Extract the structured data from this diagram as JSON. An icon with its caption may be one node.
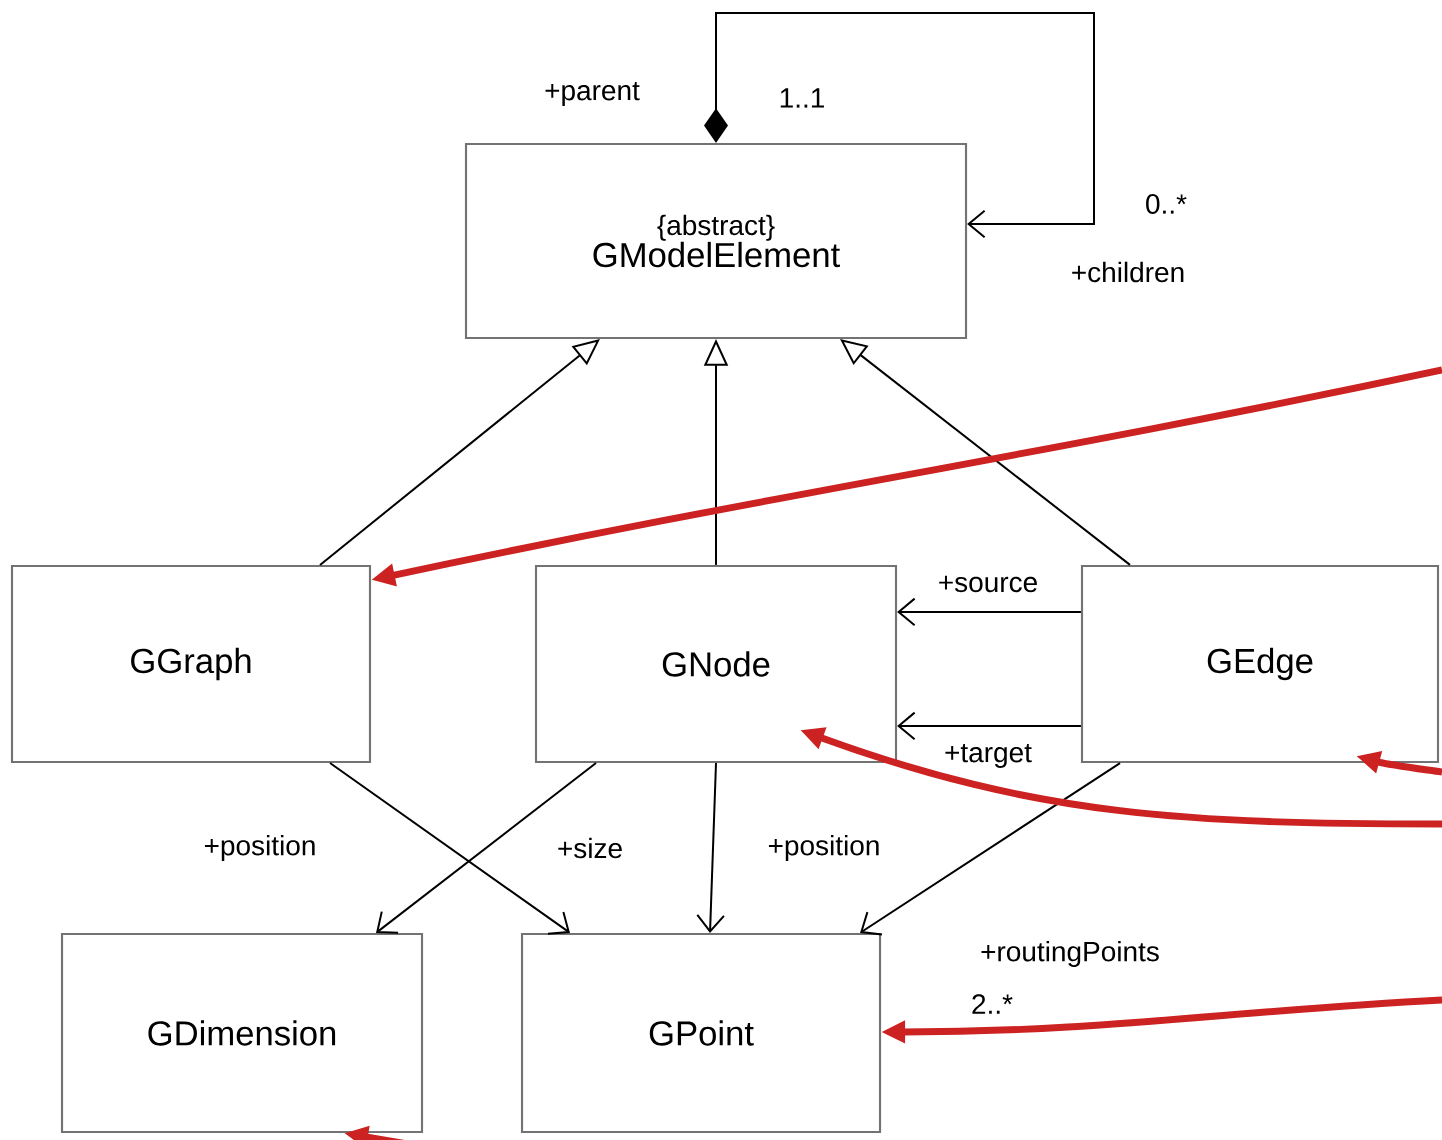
{
  "diagram": {
    "nodes": [
      {
        "text": [
          "{abstract}",
          "GModelElement"
        ]
      },
      {
        "text": [
          "GGraph"
        ]
      },
      {
        "text": [
          "GNode"
        ]
      },
      {
        "text": [
          "GEdge"
        ]
      },
      {
        "text": [
          "GDimension"
        ]
      },
      {
        "text": [
          "GPoint"
        ]
      }
    ],
    "edges": [
      {
        "from": 0,
        "to": 0,
        "arrow": "to"
      },
      {
        "from": 1,
        "to": 0,
        "arrow": "to"
      },
      {
        "from": 2,
        "to": 0,
        "arrow": "to"
      },
      {
        "from": 3,
        "to": 0,
        "arrow": "to"
      },
      {
        "from": 3,
        "to": 2,
        "arrow": "to",
        "label": "+source"
      },
      {
        "from": 3,
        "to": 2,
        "arrow": "to",
        "label": "+target"
      },
      {
        "from": 1,
        "to": 5,
        "arrow": "to",
        "label": "+position"
      },
      {
        "from": 2,
        "to": 4,
        "arrow": "to",
        "label": "+size"
      },
      {
        "from": 2,
        "to": 5,
        "arrow": "to",
        "label": "+position"
      },
      {
        "from": 3,
        "to": 5,
        "arrow": "to"
      },
      {
        "from": null,
        "to": 1,
        "arrow": "to",
        "style": "thick",
        "color": "#cc2222"
      },
      {
        "from": null,
        "to": 3,
        "arrow": "to",
        "style": "thick",
        "color": "#cc2222"
      },
      {
        "from": null,
        "to": 2,
        "arrow": "to",
        "style": "thick",
        "color": "#cc2222"
      },
      {
        "from": null,
        "to": 5,
        "arrow": "to",
        "style": "thick",
        "color": "#cc2222"
      },
      {
        "from": null,
        "to": 4,
        "arrow": "to",
        "style": "thick",
        "color": "#cc2222"
      }
    ],
    "labels": [
      "+parent",
      "1..1",
      "0..*",
      "+children",
      "+routingPoints",
      "2..*"
    ]
  }
}
